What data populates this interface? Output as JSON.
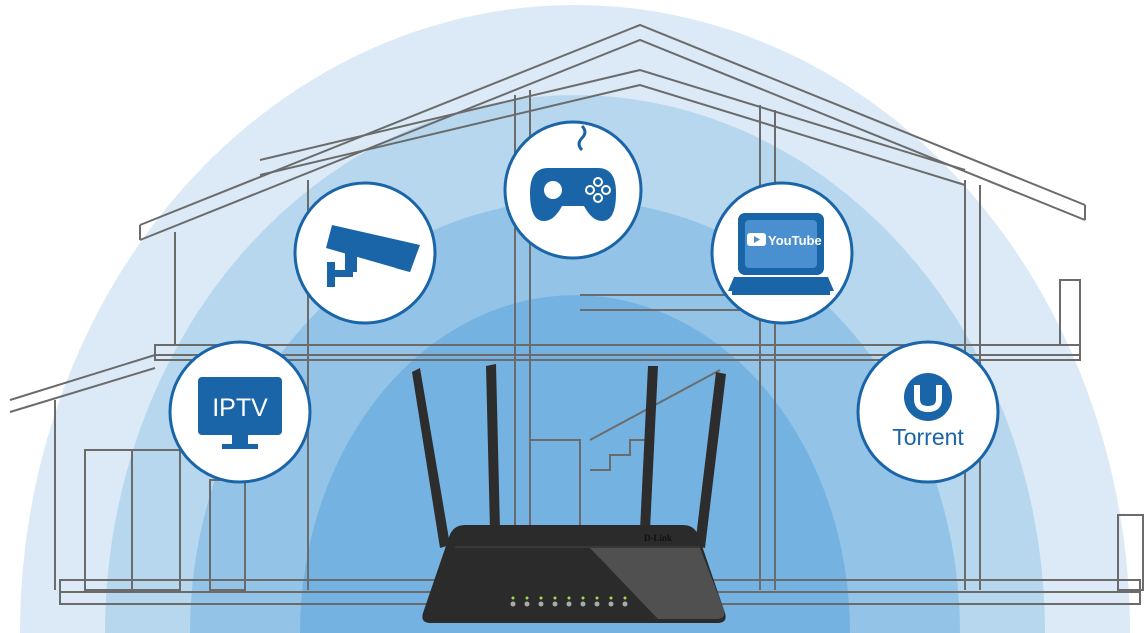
{
  "colors": {
    "accent": "#1a64a8",
    "wave_outer": "#dbeaf6",
    "wave_2": "#b6d7ee",
    "wave_3": "#93c4e8",
    "wave_inner": "#74b3e1",
    "house_line": "#6b6b6b",
    "router": "#2b2b2b"
  },
  "icons": {
    "iptv": {
      "label": "IPTV",
      "icon": "tv-icon"
    },
    "camera": {
      "icon": "security-camera-icon"
    },
    "gaming": {
      "icon": "gamepad-icon"
    },
    "youtube": {
      "label": "YouTube",
      "icon": "laptop-icon"
    },
    "torrent": {
      "label": "Torrent",
      "icon": "utorrent-icon"
    }
  },
  "router": {
    "brand": "D-Link",
    "led_count": 9
  }
}
